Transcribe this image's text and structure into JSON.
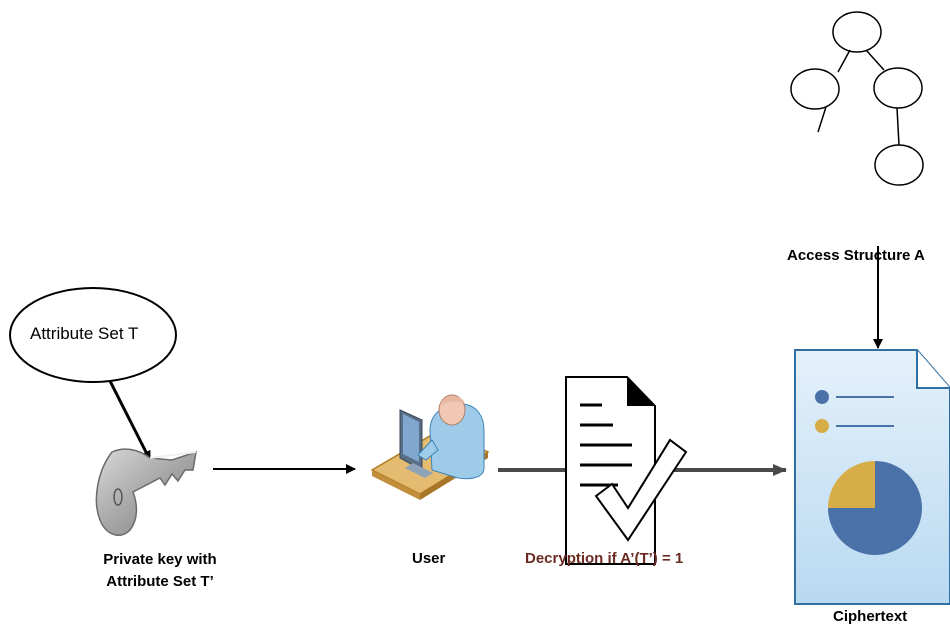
{
  "attribute_set_label": "Attribute Set T",
  "key_label_line1": "Private key with",
  "key_label_line2": "Attribute Set T’",
  "user_label": "User",
  "decryption_label": "Decryption if A’(T’) = 1",
  "access_structure_label": "Access Structure A",
  "ciphertext_label": "Ciphertext",
  "colors": {
    "decryption_text": "#6b2a22",
    "doc_fill": "#cfe6f7",
    "doc_border": "#2f6fa3",
    "pie_blue": "#4a72a8",
    "pie_gold": "#d7ad47",
    "line": "#000000",
    "gray_arrow": "#4a4a4a"
  }
}
